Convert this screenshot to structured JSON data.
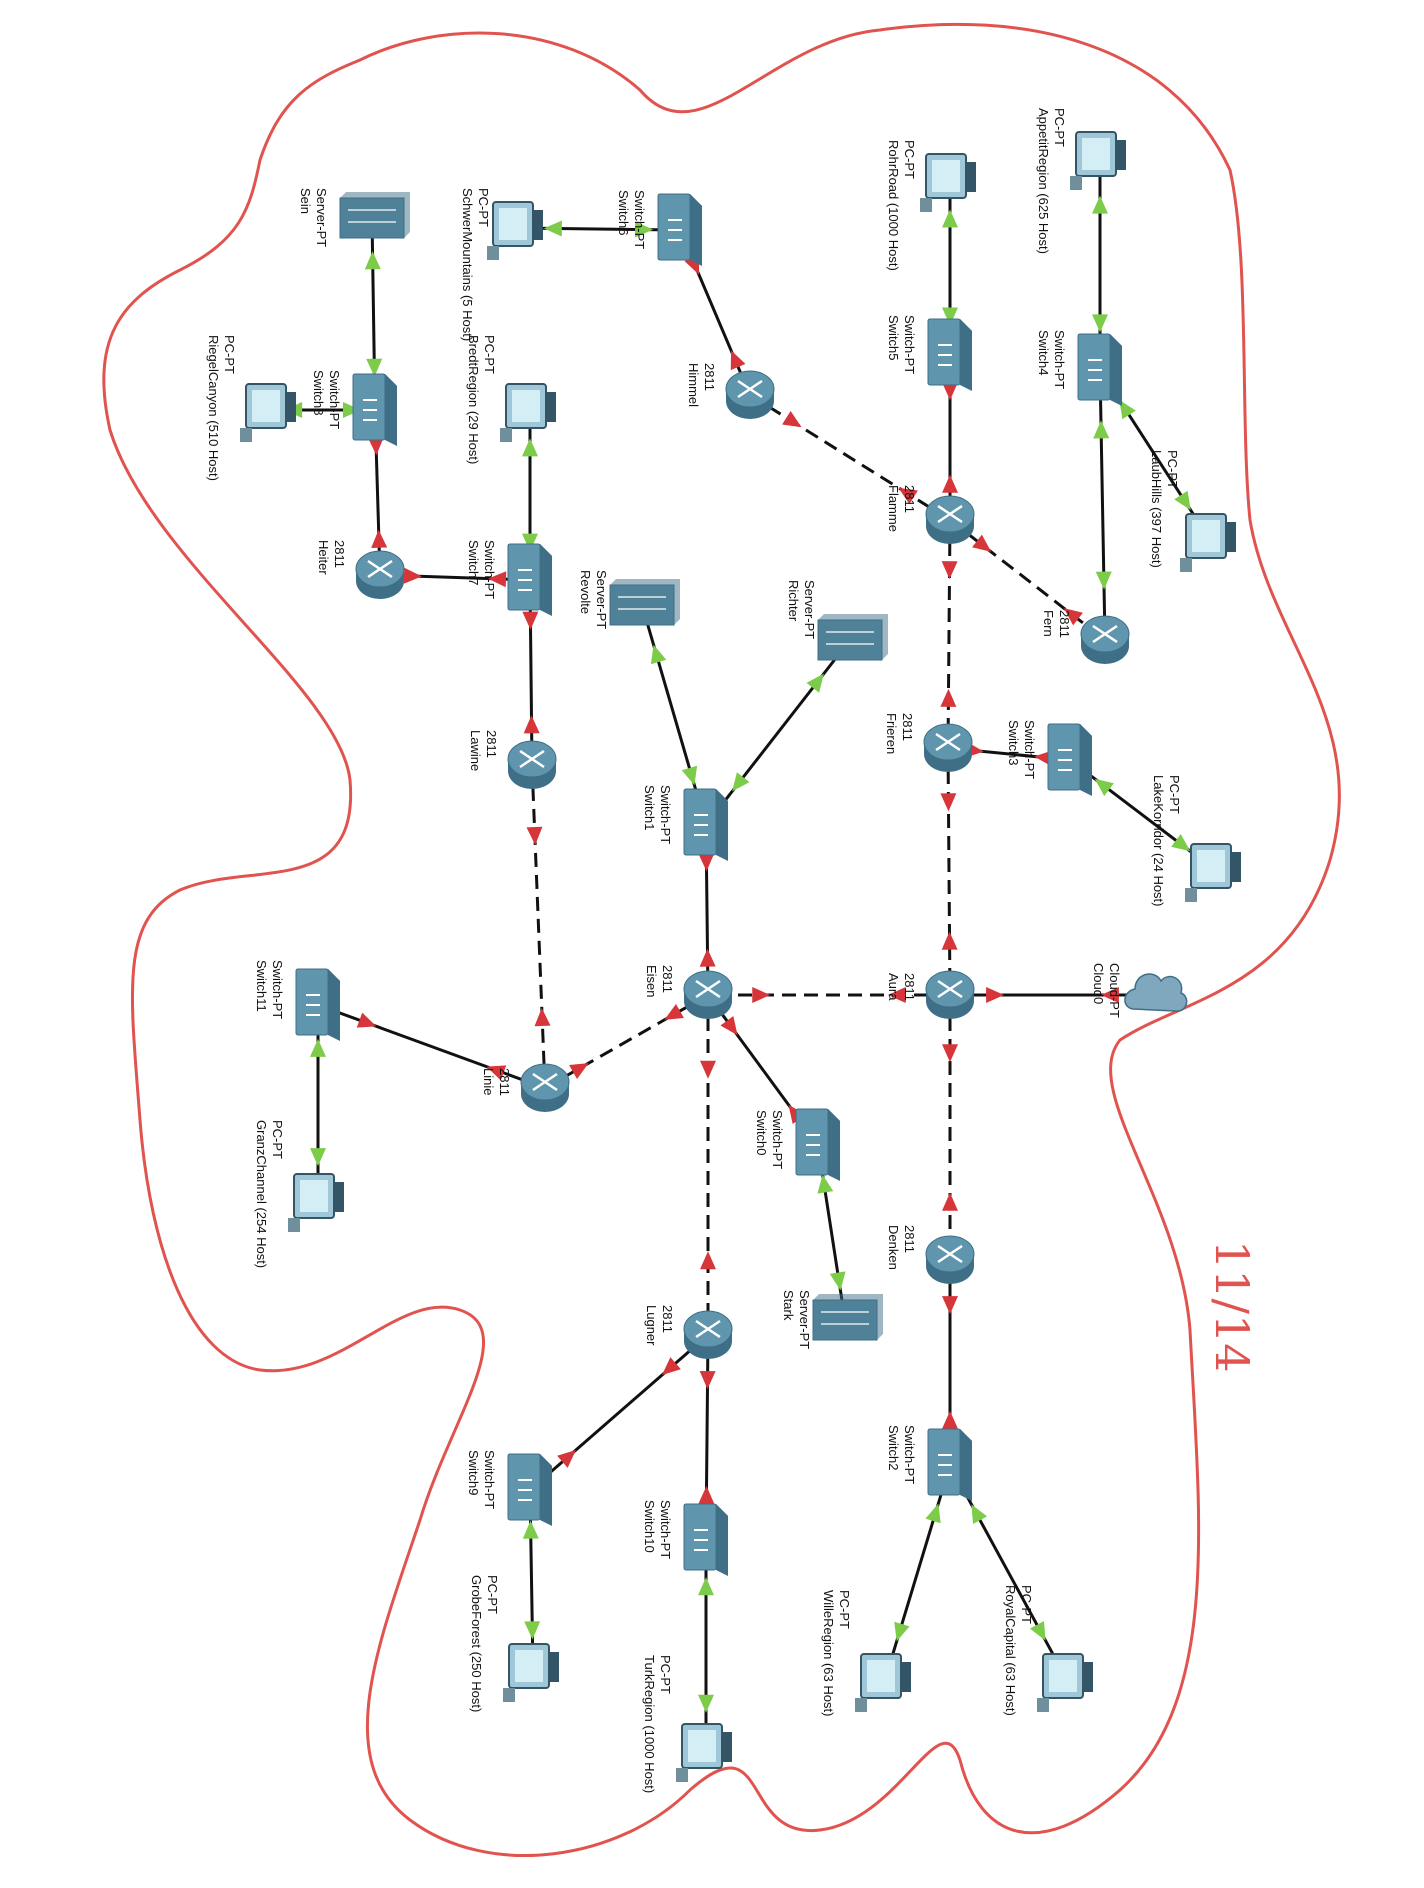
{
  "colors": {
    "outline": "#e0534f",
    "link": "#111111",
    "up_marker": "#7ccc4a",
    "down_marker": "#d6363a",
    "device_body": "#5f95ad",
    "device_dark": "#3f6f86"
  },
  "page_mark": "11/14",
  "nodes": [
    {
      "id": "sein",
      "kind": "server",
      "labels": [
        "Server-PT",
        "Sein"
      ]
    },
    {
      "id": "schwer_pc",
      "kind": "pc",
      "labels": [
        "PC-PT",
        "SchwerMountains (5 Host)"
      ]
    },
    {
      "id": "switch6",
      "kind": "switch",
      "labels": [
        "Switch-PT",
        "Switch6"
      ]
    },
    {
      "id": "rohr_pc",
      "kind": "pc",
      "labels": [
        "PC-PT",
        "RohrRoad (1000 Host)"
      ]
    },
    {
      "id": "appetit_pc",
      "kind": "pc",
      "labels": [
        "PC-PT",
        "AppetitRegion (625 Host)"
      ]
    },
    {
      "id": "switch5",
      "kind": "switch",
      "labels": [
        "Switch-PT",
        "Switch5"
      ]
    },
    {
      "id": "switch4",
      "kind": "switch",
      "labels": [
        "Switch-PT",
        "Switch4"
      ]
    },
    {
      "id": "himmel",
      "kind": "router",
      "labels": [
        "2811",
        "Himmel"
      ]
    },
    {
      "id": "riegel_pc",
      "kind": "pc",
      "labels": [
        "PC-PT",
        "RiegelCanyon (510 Host)"
      ]
    },
    {
      "id": "switch8",
      "kind": "switch",
      "labels": [
        "Switch-PT",
        "Switch8"
      ]
    },
    {
      "id": "bredt_pc",
      "kind": "pc",
      "labels": [
        "PC-PT",
        "BredtRegion (29 Host)"
      ]
    },
    {
      "id": "laub_pc",
      "kind": "pc",
      "labels": [
        "PC-PT",
        "LaubHills (397 Host)"
      ]
    },
    {
      "id": "flamme",
      "kind": "router",
      "labels": [
        "2811",
        "Flamme"
      ]
    },
    {
      "id": "heiter",
      "kind": "router",
      "labels": [
        "2811",
        "Heiter"
      ]
    },
    {
      "id": "switch7",
      "kind": "switch",
      "labels": [
        "Switch-PT",
        "Switch7"
      ]
    },
    {
      "id": "revolte",
      "kind": "server",
      "labels": [
        "Server-PT",
        "Revolte"
      ]
    },
    {
      "id": "richter",
      "kind": "server",
      "labels": [
        "Server-PT",
        "Richter"
      ]
    },
    {
      "id": "fern",
      "kind": "router",
      "labels": [
        "2811",
        "Fern"
      ]
    },
    {
      "id": "frieren",
      "kind": "router",
      "labels": [
        "2811",
        "Frieren"
      ]
    },
    {
      "id": "switch3",
      "kind": "switch",
      "labels": [
        "Switch-PT",
        "Switch3"
      ]
    },
    {
      "id": "lawine",
      "kind": "router",
      "labels": [
        "2811",
        "Lawine"
      ]
    },
    {
      "id": "switch1",
      "kind": "switch",
      "labels": [
        "Switch-PT",
        "Switch1"
      ]
    },
    {
      "id": "lake_pc",
      "kind": "pc",
      "labels": [
        "PC-PT",
        "LakeKorridor (24 Host)"
      ]
    },
    {
      "id": "cloud0",
      "kind": "cloud",
      "labels": [
        "Cloud-PT",
        "Cloud0"
      ]
    },
    {
      "id": "switch11",
      "kind": "switch",
      "labels": [
        "Switch-PT",
        "Switch11"
      ]
    },
    {
      "id": "eisen",
      "kind": "router",
      "labels": [
        "2811",
        "Eisen"
      ]
    },
    {
      "id": "aura",
      "kind": "router",
      "labels": [
        "2811",
        "Aura"
      ]
    },
    {
      "id": "linie",
      "kind": "router",
      "labels": [
        "2811",
        "Linie"
      ]
    },
    {
      "id": "switch0",
      "kind": "switch",
      "labels": [
        "Switch-PT",
        "Switch0"
      ]
    },
    {
      "id": "granz_pc",
      "kind": "pc",
      "labels": [
        "PC-PT",
        "GranzChannel (254 Host)"
      ]
    },
    {
      "id": "denken",
      "kind": "router",
      "labels": [
        "2811",
        "Denken"
      ]
    },
    {
      "id": "stark",
      "kind": "server",
      "labels": [
        "Server-PT",
        "Stark"
      ]
    },
    {
      "id": "lugner",
      "kind": "router",
      "labels": [
        "2811",
        "Lugner"
      ]
    },
    {
      "id": "switch2",
      "kind": "switch",
      "labels": [
        "Switch-PT",
        "Switch2"
      ]
    },
    {
      "id": "switch9",
      "kind": "switch",
      "labels": [
        "Switch-PT",
        "Switch9"
      ]
    },
    {
      "id": "switch10",
      "kind": "switch",
      "labels": [
        "Switch-PT",
        "Switch10"
      ]
    },
    {
      "id": "wille_pc",
      "kind": "pc",
      "labels": [
        "PC-PT",
        "WilleRegion (63 Host)"
      ]
    },
    {
      "id": "royal_pc",
      "kind": "pc",
      "labels": [
        "PC-PT",
        "RoyalCapital (63 Host)"
      ]
    },
    {
      "id": "grobe_pc",
      "kind": "pc",
      "labels": [
        "PC-PT",
        "GrobeForest (250 Host)"
      ]
    },
    {
      "id": "turk_pc",
      "kind": "pc",
      "labels": [
        "PC-PT",
        "TurkRegion (1000 Host)"
      ]
    }
  ],
  "links": [
    {
      "a": "sein",
      "b": "switch8",
      "style": "solid",
      "state": [
        "up",
        "up"
      ]
    },
    {
      "a": "riegel_pc",
      "b": "switch8",
      "style": "solid",
      "state": [
        "up",
        "up"
      ]
    },
    {
      "a": "switch8",
      "b": "heiter",
      "style": "solid",
      "state": [
        "down",
        "down"
      ]
    },
    {
      "a": "schwer_pc",
      "b": "switch6",
      "style": "solid",
      "state": [
        "up",
        "up"
      ]
    },
    {
      "a": "switch6",
      "b": "himmel",
      "style": "solid",
      "state": [
        "down",
        "down"
      ]
    },
    {
      "a": "himmel",
      "b": "flamme",
      "style": "dashed",
      "state": [
        "down",
        "down"
      ]
    },
    {
      "a": "rohr_pc",
      "b": "switch5",
      "style": "solid",
      "state": [
        "up",
        "up"
      ]
    },
    {
      "a": "switch5",
      "b": "flamme",
      "style": "solid",
      "state": [
        "down",
        "down"
      ]
    },
    {
      "a": "appetit_pc",
      "b": "switch4",
      "style": "solid",
      "state": [
        "up",
        "up"
      ]
    },
    {
      "a": "switch4",
      "b": "laub_pc",
      "style": "solid",
      "state": [
        "up",
        "up"
      ]
    },
    {
      "a": "switch4",
      "b": "fern",
      "style": "solid",
      "state": [
        "up",
        "up"
      ]
    },
    {
      "a": "flamme",
      "b": "fern",
      "style": "dashed",
      "state": [
        "down",
        "down"
      ]
    },
    {
      "a": "flamme",
      "b": "frieren",
      "style": "dashed",
      "state": [
        "down",
        "down"
      ]
    },
    {
      "a": "frieren",
      "b": "switch3",
      "style": "solid",
      "state": [
        "down",
        "down"
      ]
    },
    {
      "a": "switch3",
      "b": "lake_pc",
      "style": "solid",
      "state": [
        "up",
        "up"
      ]
    },
    {
      "a": "frieren",
      "b": "aura",
      "style": "dashed",
      "state": [
        "down",
        "down"
      ]
    },
    {
      "a": "cloud0",
      "b": "aura",
      "style": "solid",
      "state": [
        "down",
        "down"
      ]
    },
    {
      "a": "aura",
      "b": "eisen",
      "style": "dashed",
      "state": [
        "down",
        "down"
      ]
    },
    {
      "a": "aura",
      "b": "denken",
      "style": "dashed",
      "state": [
        "down",
        "down"
      ]
    },
    {
      "a": "denken",
      "b": "switch2",
      "style": "solid",
      "state": [
        "down",
        "down"
      ]
    },
    {
      "a": "switch2",
      "b": "wille_pc",
      "style": "solid",
      "state": [
        "up",
        "up"
      ]
    },
    {
      "a": "switch2",
      "b": "royal_pc",
      "style": "solid",
      "state": [
        "up",
        "up"
      ]
    },
    {
      "a": "bredt_pc",
      "b": "switch7",
      "style": "solid",
      "state": [
        "up",
        "up"
      ]
    },
    {
      "a": "switch7",
      "b": "heiter",
      "style": "solid",
      "state": [
        "down",
        "down"
      ]
    },
    {
      "a": "switch7",
      "b": "lawine",
      "style": "solid",
      "state": [
        "down",
        "down"
      ]
    },
    {
      "a": "lawine",
      "b": "linie",
      "style": "dashed",
      "state": [
        "down",
        "down"
      ]
    },
    {
      "a": "revolte",
      "b": "switch1",
      "style": "solid",
      "state": [
        "up",
        "up"
      ]
    },
    {
      "a": "richter",
      "b": "switch1",
      "style": "solid",
      "state": [
        "up",
        "up"
      ]
    },
    {
      "a": "switch1",
      "b": "eisen",
      "style": "solid",
      "state": [
        "down",
        "down"
      ]
    },
    {
      "a": "eisen",
      "b": "linie",
      "style": "dashed",
      "state": [
        "down",
        "down"
      ]
    },
    {
      "a": "linie",
      "b": "switch11",
      "style": "solid",
      "state": [
        "down",
        "down"
      ]
    },
    {
      "a": "switch11",
      "b": "granz_pc",
      "style": "solid",
      "state": [
        "up",
        "up"
      ]
    },
    {
      "a": "eisen",
      "b": "switch0",
      "style": "solid",
      "state": [
        "down",
        "down"
      ]
    },
    {
      "a": "switch0",
      "b": "stark",
      "style": "solid",
      "state": [
        "up",
        "up"
      ]
    },
    {
      "a": "eisen",
      "b": "lugner",
      "style": "dashed",
      "state": [
        "down",
        "down"
      ]
    },
    {
      "a": "lugner",
      "b": "switch9",
      "style": "solid",
      "state": [
        "down",
        "down"
      ]
    },
    {
      "a": "lugner",
      "b": "switch10",
      "style": "solid",
      "state": [
        "down",
        "down"
      ]
    },
    {
      "a": "switch9",
      "b": "grobe_pc",
      "style": "solid",
      "state": [
        "up",
        "up"
      ]
    },
    {
      "a": "switch10",
      "b": "turk_pc",
      "style": "solid",
      "state": [
        "up",
        "up"
      ]
    }
  ]
}
